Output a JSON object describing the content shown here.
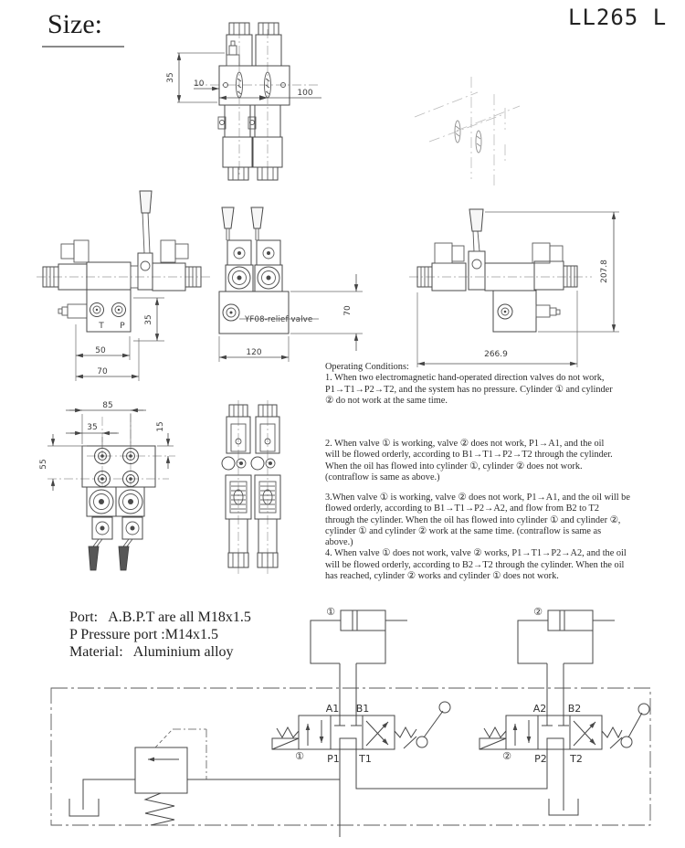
{
  "header": {
    "size_label": "Size:",
    "model": "LL265 L"
  },
  "views": {
    "top": {
      "dims": {
        "h35": "35",
        "w10": "10",
        "w100": "100"
      }
    },
    "front": {
      "dims": {
        "v35": "35",
        "w50": "50",
        "w70": "70"
      },
      "port_t": "T",
      "port_p": "P"
    },
    "side": {
      "relief_label": "YF08-relief valve",
      "dims": {
        "v70": "70",
        "w120": "120"
      }
    },
    "right": {
      "dims": {
        "h207": "207.8",
        "w266": "266.9"
      }
    },
    "bottom": {
      "dims": {
        "w85": "85",
        "w35": "35",
        "v15": "15",
        "v55": "55"
      }
    }
  },
  "notes": {
    "heading": "Operating Conditions:",
    "p1": "1. When two electromagnetic hand-operated direction valves do not work,\nP1→T1→P2→T2, and the system has no pressure. Cylinder ① and cylinder\n② do not work at the same time.",
    "p2": "2. When valve ① is working, valve ② does not work, P1→A1, and the oil\nwill be flowed orderly, according to B1→T1→P2→T2 through the cylinder.\nWhen the oil has flowed into cylinder ①, cylinder ② does not work.\n(contraflow is same as above.)",
    "p3": "3.When valve ① is working, valve ② does not work, P1→A1, and the oil will be\nflowed orderly, according to B1→T1→P2→A2, and flow from B2 to T2\nthrough the cylinder. When the oil has flowed into cylinder ① and cylinder ②,\ncylinder ① and cylinder ② work at the same time. (contraflow is same as\nabove.)",
    "p4": "4. When valve ① does not work, valve ② works, P1→T1→P2→A2, and the oil\nwill be flowed orderly, according to B2→T2 through the cylinder. When the oil\nhas reached, cylinder ② works and cylinder ① does not work."
  },
  "specs": {
    "port": "Port:   A.B.P.T are all M18x1.5",
    "pressure": "P Pressure port :M14x1.5",
    "material": "Material:   Aluminium alloy"
  },
  "schematic": {
    "valve1": {
      "id": "①",
      "a": "A1",
      "b": "B1",
      "p": "P1",
      "t": "T1"
    },
    "valve2": {
      "id": "②",
      "a": "A2",
      "b": "B2",
      "p": "P2",
      "t": "T2"
    },
    "cyl1": "①",
    "cyl2": "②"
  }
}
